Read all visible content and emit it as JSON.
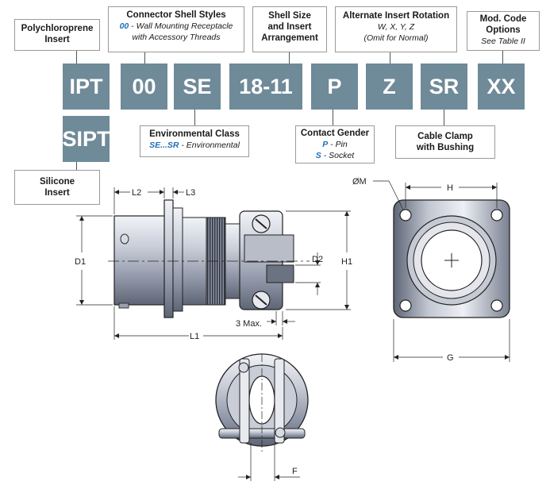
{
  "header": {
    "insert_a": {
      "line1": "Polychloroprene",
      "line2": "Insert"
    },
    "shell_styles": {
      "title": "Connector Shell Styles",
      "code": "00",
      "sep": " - ",
      "desc1": "Wall Mounting Receptacle",
      "desc2": "with Accessory Threads"
    },
    "shell_size": {
      "line1": "Shell Size",
      "line2": "and Insert",
      "line3": "Arrangement"
    },
    "rotation": {
      "title": "Alternate Insert Rotation",
      "options": "W, X, Y, Z",
      "note": "(Omit for Normal)"
    },
    "mod_code": {
      "line1": "Mod. Code",
      "line2": "Options",
      "note": "See Table II"
    }
  },
  "codes": [
    "IPT",
    "00",
    "SE",
    "18-11",
    "P",
    "Z",
    "SR",
    "XX"
  ],
  "alt_code": "SIPT",
  "footer": {
    "insert_b": {
      "line1": "Silicone",
      "line2": "Insert"
    },
    "env_class": {
      "title": "Environmental Class",
      "code": "SE...SR",
      "desc": " - Environmental"
    },
    "gender": {
      "title": "Contact Gender",
      "p_code": "P",
      "p_desc": " - Pin",
      "s_code": "S",
      "s_desc": " - Socket"
    },
    "cable_clamp": {
      "line1": "Cable Clamp",
      "line2": "with Bushing"
    }
  },
  "dimensions": {
    "l1": "L1",
    "l2": "L2",
    "l3": "L3",
    "d1": "D1",
    "d2": "D2",
    "h1": "H1",
    "max": "3 Max.",
    "om": "ØM",
    "h": "H",
    "g": "G",
    "f": "F"
  },
  "colors": {
    "code_bg": "#6f8a98",
    "highlight": "#1f6fb8"
  }
}
